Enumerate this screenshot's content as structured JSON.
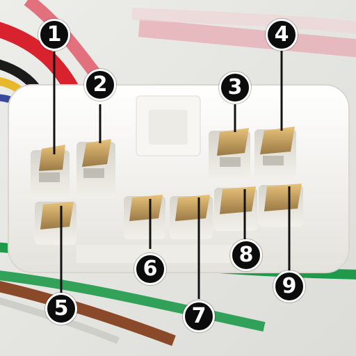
{
  "pins": [
    {
      "label": "1"
    },
    {
      "label": "2"
    },
    {
      "label": "3"
    },
    {
      "label": "4"
    },
    {
      "label": "5"
    },
    {
      "label": "6"
    },
    {
      "label": "7"
    },
    {
      "label": "8"
    },
    {
      "label": "9"
    }
  ],
  "colors": {
    "marker_fill": "#0c0c0c",
    "marker_text": "#ffffff",
    "leader_line": "#111111",
    "connector_body": "#f4f2ee",
    "terminal_gold": "#c9a24a",
    "wire_red": "#d8232e",
    "wire_green": "#1e9a4a",
    "wire_brown": "#8a4a2a",
    "wire_blue": "#3a4a9a"
  }
}
